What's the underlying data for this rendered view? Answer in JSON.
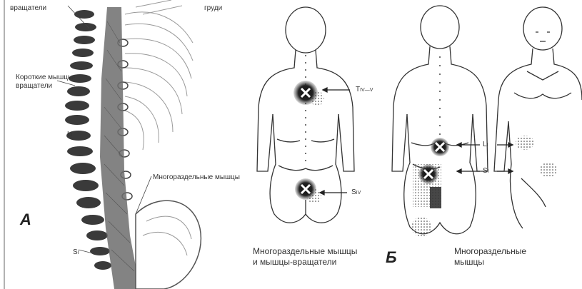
{
  "panel_a": {
    "letter": "А",
    "labels": {
      "top_left": "вращатели",
      "top_right": "груди",
      "short_rotators": "Короткие мышцы-\nвращатели",
      "level_l1": "L",
      "level_l1_sub": "I",
      "multifidus": "Многораздельные мышцы",
      "level_s1": "S",
      "level_s1_sub": "I"
    }
  },
  "panel_b": {
    "letter": "Б",
    "caption_left": "Многораздельные мышцы\nи мышцы-вращатели",
    "caption_right": "Многораздельные\nмышцы",
    "markers": {
      "t": "T",
      "t_sub": "IV—V",
      "s4": "S",
      "s4_sub": "IV",
      "l1": "L",
      "l1_sub": "I",
      "s1": "S",
      "s1_sub": "I"
    }
  },
  "colors": {
    "ink": "#2b2b2b",
    "pain_zone": "#1c1c1c",
    "spine_muscle": "#6d6d6d"
  }
}
